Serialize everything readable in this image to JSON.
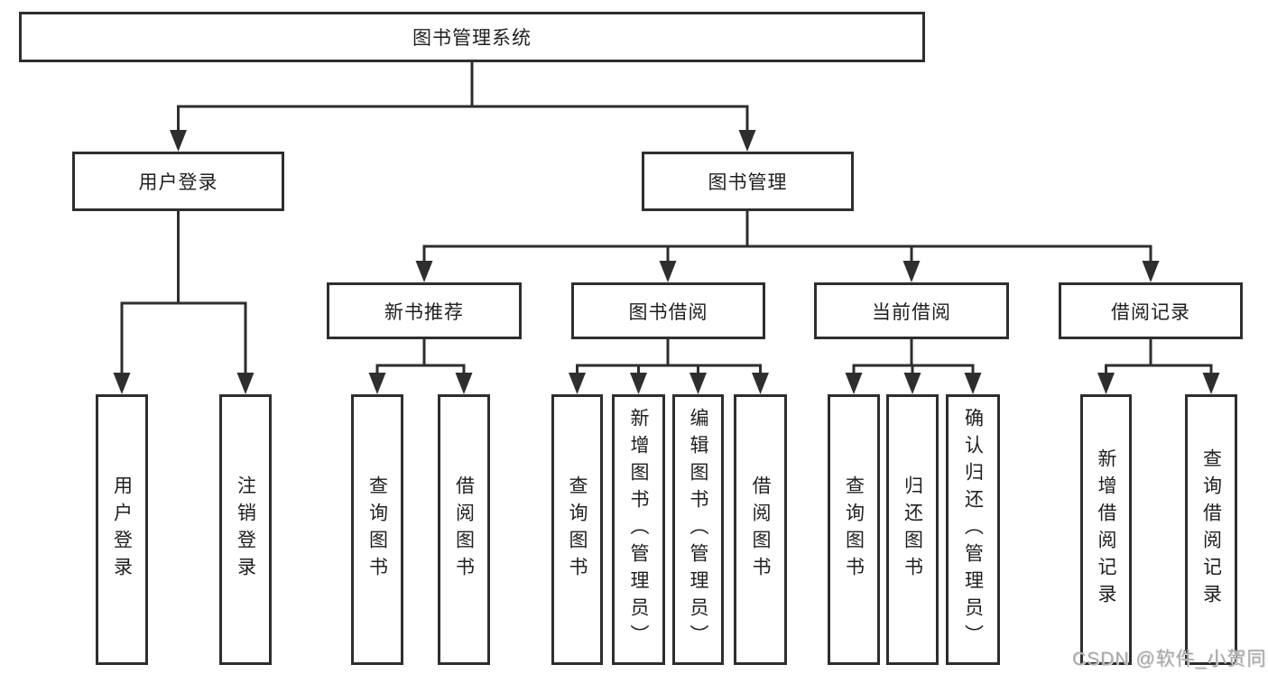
{
  "root": {
    "label": "图书管理系统"
  },
  "level2": [
    {
      "label": "用户登录"
    },
    {
      "label": "图书管理"
    }
  ],
  "level3": [
    {
      "label": "新书推荐"
    },
    {
      "label": "图书借阅"
    },
    {
      "label": "当前借阅"
    },
    {
      "label": "借阅记录"
    }
  ],
  "leaves": {
    "user_login": [
      {
        "label": "用户登录"
      },
      {
        "label": "注销登录"
      }
    ],
    "new_book": [
      {
        "label": "查询图书"
      },
      {
        "label": "借阅图书"
      }
    ],
    "book_borrow": [
      {
        "label": "查询图书"
      },
      {
        "label": "新增图书（管理员）"
      },
      {
        "label": "编辑图书（管理员）"
      },
      {
        "label": "借阅图书"
      }
    ],
    "current_borrow": [
      {
        "label": "查询图书"
      },
      {
        "label": "归还图书"
      },
      {
        "label": "确认归还（管理员）"
      }
    ],
    "borrow_record": [
      {
        "label": "新增借阅记录"
      },
      {
        "label": "查询借阅记录"
      }
    ]
  },
  "watermark": "CSDN @软件_小贺同学",
  "colors": {
    "line": "#2e2e2e",
    "text": "#1f1f1f",
    "watermark": "#a9a9a9",
    "background": "#ffffff"
  }
}
